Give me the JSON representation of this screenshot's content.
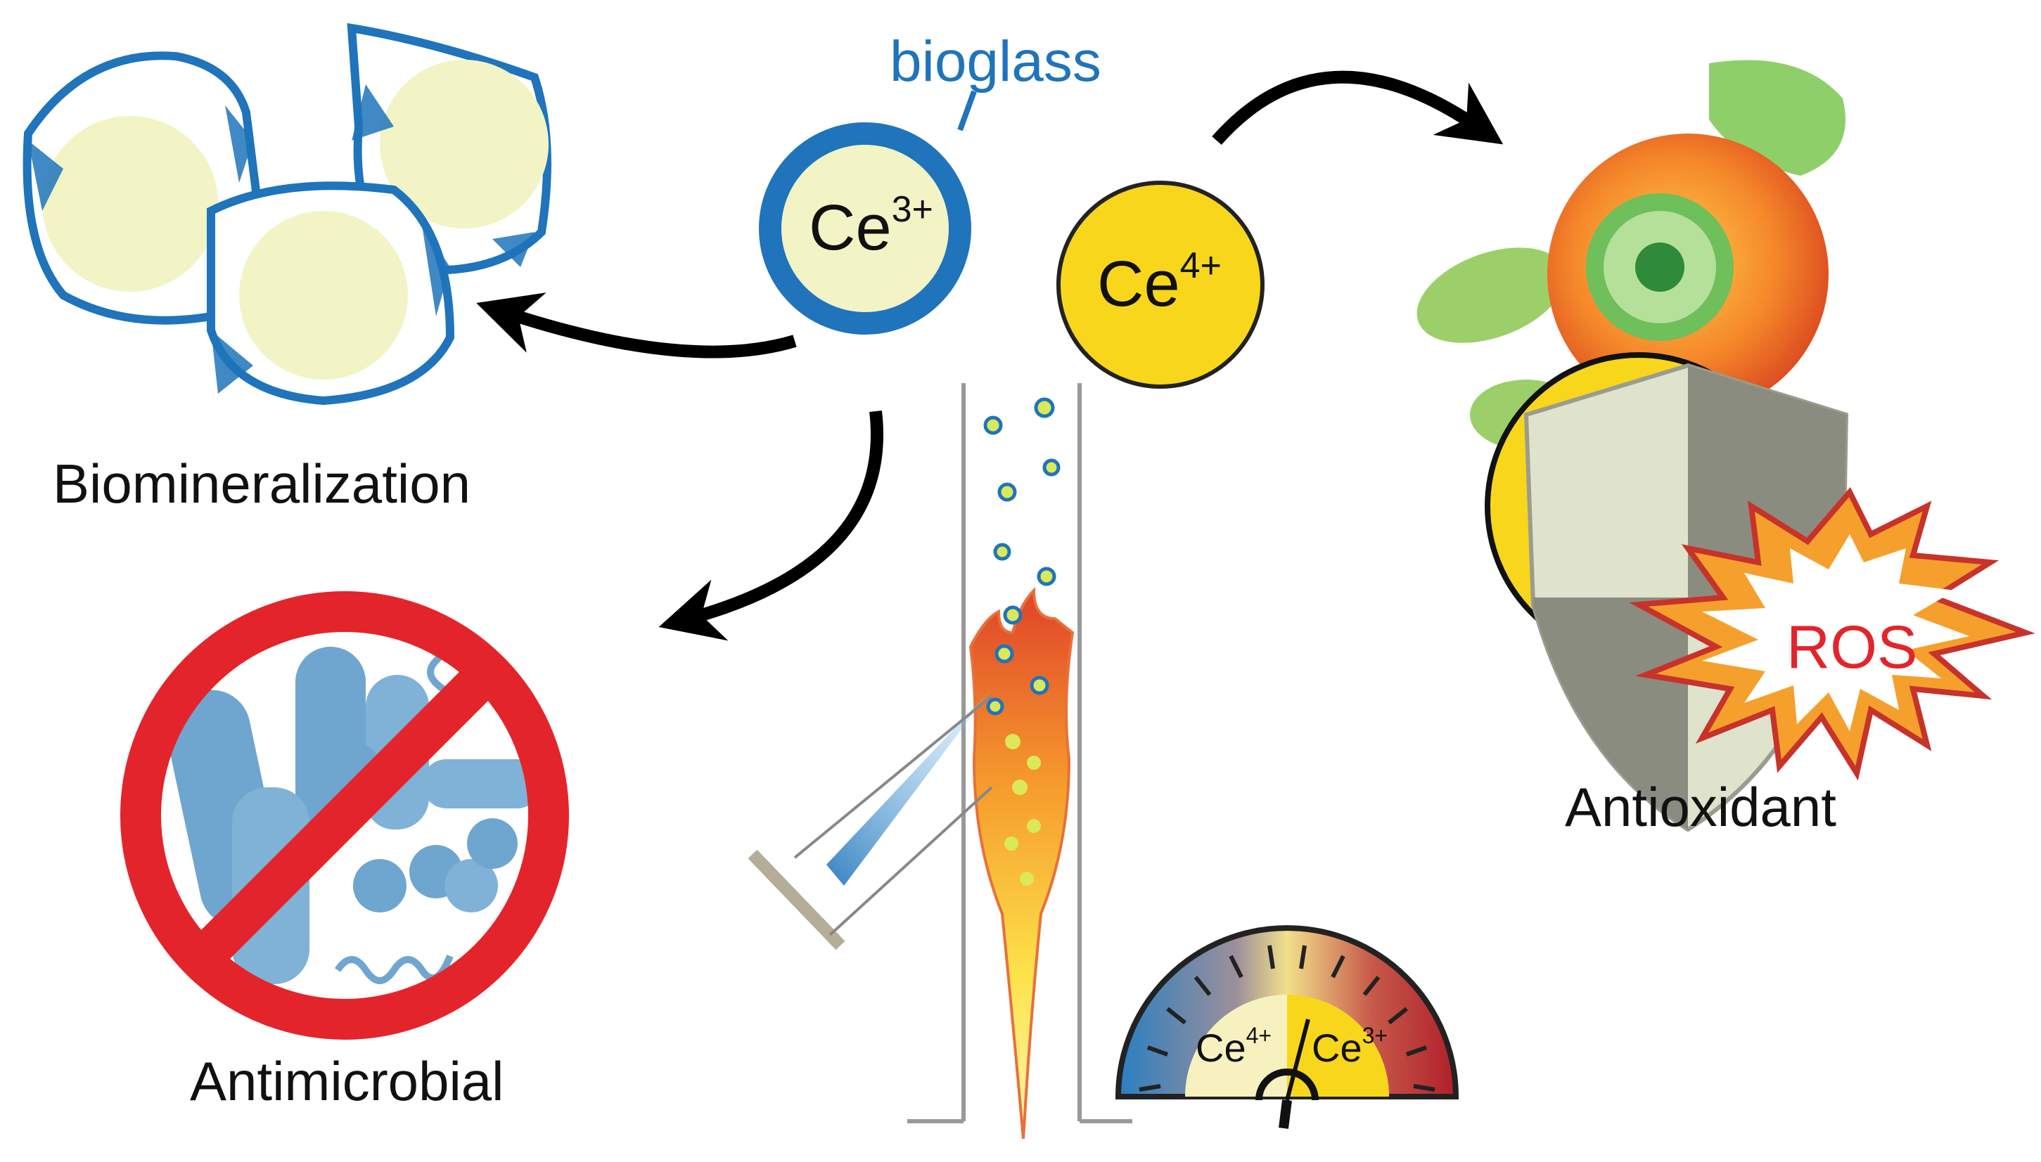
{
  "labels": {
    "bioglass": "bioglass",
    "biomineralization": "Biomineralization",
    "antimicrobial": "Antimicrobial",
    "antioxidant": "Antioxidant",
    "ros": "ROS"
  },
  "ions": {
    "ce3": {
      "base": "Ce",
      "charge": "3+"
    },
    "ce4": {
      "base": "Ce",
      "charge": "4+"
    }
  },
  "gauge": {
    "left": {
      "base": "Ce",
      "charge": "4+"
    },
    "right": {
      "base": "Ce",
      "charge": "3+"
    }
  },
  "colors": {
    "bioglass_blue": "#1f74bb",
    "particle_core": "#f2f4c6",
    "ce4_yellow": "#f8d61c",
    "prohibition_red": "#e3242b",
    "bacteria_blue": "#6fa6cf",
    "arrow": "#000000",
    "shield_light": "#dfe3cc",
    "shield_dark": "#8a8c80",
    "ros_red": "#e3242b",
    "flame_orange": "#f5a02c",
    "flame_yellow": "#fde24a",
    "gauge_blue": "#2a7fc2",
    "gauge_red": "#b82a2a"
  },
  "icons": [
    "biomineralization-particles-icon",
    "bacteria-icon",
    "prohibition-icon",
    "cell-icon",
    "shield-icon",
    "ros-burst-icon",
    "flame-icon",
    "gauge-icon"
  ]
}
